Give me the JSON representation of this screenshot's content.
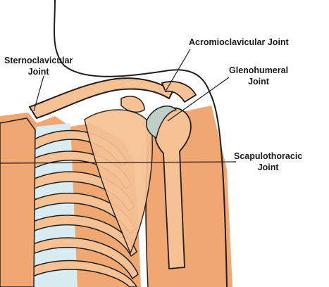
{
  "labels": {
    "sternoclavicular": {
      "line1": "Sternoclavicular",
      "line2": "Joint"
    },
    "acromioclavicular": {
      "line1": "Acromioclavicular Joint"
    },
    "glenohumeral": {
      "line1": "Glenohumeral",
      "line2": "Joint"
    },
    "scapulothoracic": {
      "line1": "Scapulothoracic",
      "line2": "Joint"
    }
  },
  "colors": {
    "bone": "#f6c193",
    "skin": "#f0a772",
    "rib_gap": "#d8ecf1",
    "cartilage": "#bfcfc5",
    "outline": "#1f1f1f",
    "background": "#ffffff"
  }
}
